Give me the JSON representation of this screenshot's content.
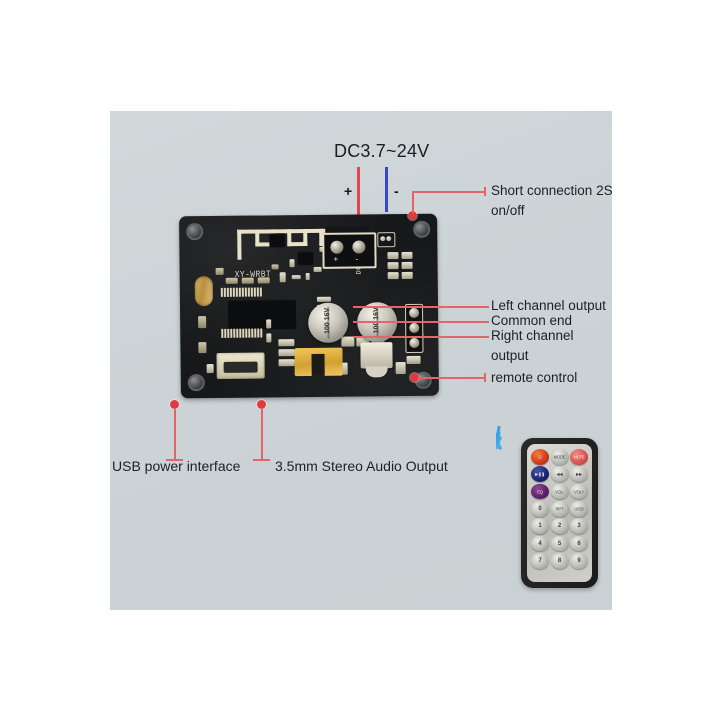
{
  "image": {
    "subject": "XY-WRBT Bluetooth MP3 decoder board",
    "background_color": "#ced5d8",
    "accent_color": "#e23b3f",
    "annotation_text_color": "#1c2023"
  },
  "title": {
    "text": "DC3.7~24V"
  },
  "power_wires": {
    "positive_sign": "+",
    "negative_sign": "-",
    "positive_color": "#e2464a",
    "negative_color": "#3b47c4"
  },
  "annotations": [
    {
      "id": "short-connection",
      "label": "Short connection 2S\non/off"
    },
    {
      "id": "left-channel",
      "label": "Left channel output"
    },
    {
      "id": "common-end",
      "label": "Common end"
    },
    {
      "id": "right-channel",
      "label": "Right channel\noutput"
    },
    {
      "id": "remote-control",
      "label": "remote control"
    },
    {
      "id": "usb-power",
      "label": "USB power interface"
    },
    {
      "id": "audio-output",
      "label": "3.5mm Stereo Audio Output"
    }
  ],
  "board": {
    "silkscreen_model": "XY-WRBT",
    "silkscreen_voltage": "DC3.7~24V",
    "terminal_plus": "+",
    "terminal_minus": "-",
    "capacitor_value": "100\n16V",
    "capacitor_count": 2,
    "output_pins": [
      "Left channel output",
      "Common end",
      "Right channel output"
    ]
  },
  "remote": {
    "icon": "ir-signal-icon",
    "buttons": [
      {
        "label": "⏻",
        "style": "pw",
        "name": "power-button"
      },
      {
        "label": "MODE",
        "style": "",
        "name": "mode-button"
      },
      {
        "label": "MUTE",
        "style": "rd",
        "name": "mute-button"
      },
      {
        "label": "▶❚❚",
        "style": "nv",
        "name": "play-pause-button"
      },
      {
        "label": "◀◀",
        "style": "",
        "name": "previous-button"
      },
      {
        "label": "▶▶",
        "style": "",
        "name": "next-button"
      },
      {
        "label": "EQ",
        "style": "pu",
        "name": "eq-button"
      },
      {
        "label": "VOL-",
        "style": "",
        "name": "volume-down-button"
      },
      {
        "label": "VOL+",
        "style": "",
        "name": "volume-up-button"
      },
      {
        "label": "0",
        "style": "num",
        "name": "key-0-button"
      },
      {
        "label": "RPT",
        "style": "",
        "name": "repeat-button"
      },
      {
        "label": "U/SD",
        "style": "",
        "name": "usb-sd-button"
      },
      {
        "label": "1",
        "style": "num",
        "name": "key-1-button"
      },
      {
        "label": "2",
        "style": "num",
        "name": "key-2-button"
      },
      {
        "label": "3",
        "style": "num",
        "name": "key-3-button"
      },
      {
        "label": "4",
        "style": "num",
        "name": "key-4-button"
      },
      {
        "label": "5",
        "style": "num",
        "name": "key-5-button"
      },
      {
        "label": "6",
        "style": "num",
        "name": "key-6-button"
      },
      {
        "label": "7",
        "style": "num",
        "name": "key-7-button"
      },
      {
        "label": "8",
        "style": "num",
        "name": "key-8-button"
      },
      {
        "label": "9",
        "style": "num",
        "name": "key-9-button"
      }
    ]
  }
}
